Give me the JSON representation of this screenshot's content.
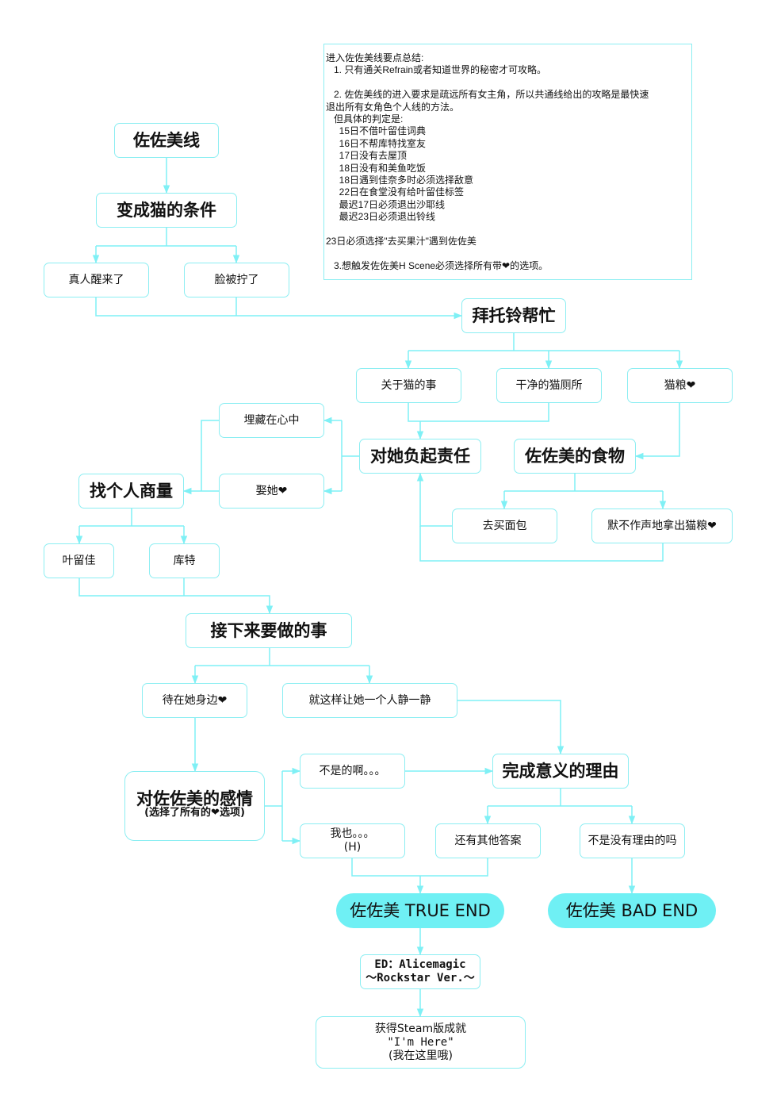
{
  "note": {
    "lines": [
      "进入佐佐美线要点总结:",
      "   1. 只有通关Refrain或者知道世界的秘密才可攻略。",
      "",
      "   2. 佐佐美线的进入要求是疏远所有女主角，所以共通线给出的攻略是最快速",
      "退出所有女角色个人线的方法。",
      "   但具体的判定是:",
      "     15日不借叶留佳词典",
      "     16日不帮库特找室友",
      "     17日没有去屋顶",
      "     18日没有和美鱼吃饭",
      "     18日遇到佳奈多时必须选择敌意",
      "     22日在食堂没有给叶留佳标签",
      "     最迟17日必须退出沙耶线",
      "     最迟23日必须退出铃线",
      "",
      "23日必须选择\"去买果汁\"遇到佐佐美",
      "",
      "   3.想触发佐佐美H Scene必须选择所有带❤的选项。"
    ]
  },
  "nodes": {
    "n1": "佐佐美线",
    "n2": "变成猫的条件",
    "n3": "真人醒来了",
    "n4": "脸被拧了",
    "n5": "拜托铃帮忙",
    "n6": "关于猫的事",
    "n7": "干净的猫厕所",
    "n8": "猫粮❤",
    "n9": "埋藏在心中",
    "n10": "对她负起责任",
    "n11": "佐佐美的食物",
    "n12": "找个人商量",
    "n13": "娶她❤",
    "n14": "去买面包",
    "n15": "默不作声地拿出猫粮❤",
    "n16": "叶留佳",
    "n17": "库特",
    "n18": "接下来要做的事",
    "n19": "待在她身边❤",
    "n20": "就这样让她一个人静一静",
    "n21": "对佐佐美的感情",
    "n21_sub": "(选择了所有的❤选项)",
    "n22": "不是的啊。。。",
    "n23": "完成意义的理由",
    "n24": "我也。。。",
    "n24_sub": "(H)",
    "n25": "还有其他答案",
    "n26": "不是没有理由的吗",
    "n27": "佐佐美 TRUE END",
    "n28": "佐佐美 BAD END",
    "n29": "ED：Alicemagic",
    "n29_sub": "～Rockstar Ver.～",
    "n30": "获得Steam版成就",
    "n30_sub": "\"I'm Here\"",
    "n30_sub2": "(我在这里哦)"
  },
  "colors": {
    "line": "#7ff0f5",
    "end_fill": "#6ff0f4"
  }
}
